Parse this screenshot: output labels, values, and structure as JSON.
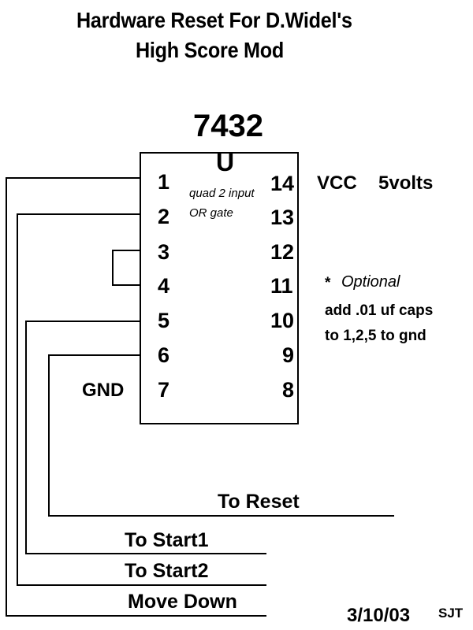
{
  "title": {
    "line1": "Hardware Reset For D.Widel's",
    "line2": "High Score Mod"
  },
  "chip": {
    "name": "7432",
    "notch": "U",
    "desc_line1": "quad 2 input",
    "desc_line2": "OR gate",
    "left_pins": [
      "1",
      "2",
      "3",
      "4",
      "5",
      "6",
      "7"
    ],
    "right_pins": [
      "14",
      "13",
      "12",
      "11",
      "10",
      "9",
      "8"
    ]
  },
  "pin_labels": {
    "vcc": "VCC",
    "vcc_value": "5volts",
    "gnd": "GND"
  },
  "note": {
    "star": "*",
    "title": "Optional",
    "line1": "add .01 uf caps",
    "line2": "to 1,2,5 to gnd"
  },
  "wires": {
    "reset": "To Reset",
    "start1": "To Start1",
    "start2": "To Start2",
    "move_down": "Move Down"
  },
  "footer": {
    "date": "3/10/03",
    "author": "SJT"
  }
}
